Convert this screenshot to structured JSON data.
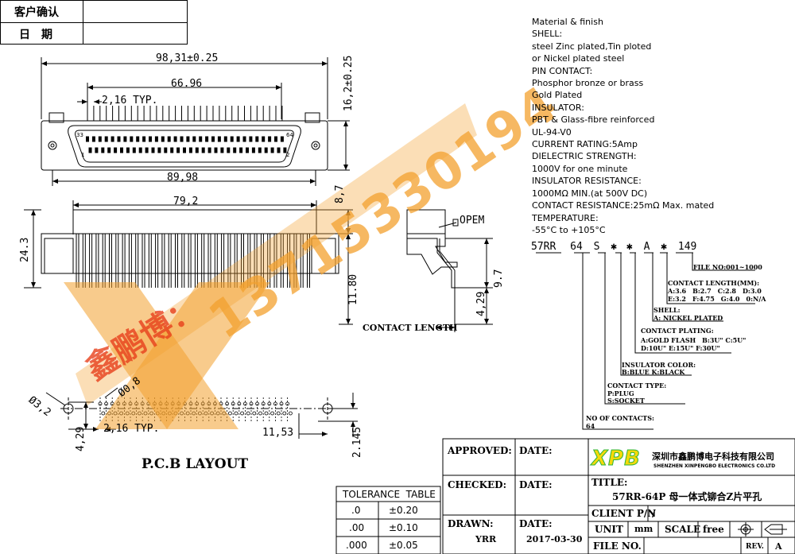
{
  "confirm_box": {
    "customer_confirm": "客户确认",
    "date_label": "日　期"
  },
  "dimensions": {
    "overall_width": "98,31±0.25",
    "span_66": "66.96",
    "pitch_top": "2,16 TYP.",
    "height_16": "16,2±0.25",
    "width_89": "89,98",
    "width_79": "79,2",
    "height_24": "24.3",
    "dim_87": "8,7",
    "dim_97": "9.7",
    "dim_1180": "11.80",
    "dim_429_side": "4,29",
    "contact_length": "CONTACT LENGTH",
    "opem": "OPEM",
    "hole_32": "Ø3,2",
    "hole_08": "Ø0,8",
    "pitch_bottom": "2,16 TYP.",
    "dim_1153": "11,53",
    "dim_429_pcb": "4,29",
    "dim_2145": "2.145",
    "pcb_layout": "P.C.B LAYOUT",
    "pin_1": "1",
    "pin_2": "2",
    "pin_33": "33",
    "pin_64": "64"
  },
  "specs": [
    "Material & finish",
    "SHELL:",
    "steel Zinc plated,Tin ploted",
    "or Nickel plated steel",
    "PIN CONTACT:",
    "Phosphor bronze or brass",
    "Gold Plated",
    "INSULATOR:",
    "PBT & Glass-fibre reinforced",
    "UL-94-V0",
    "CURRENT RATING:5Amp",
    "DIELECTRIC STRENGTH:",
    "1000V for one minute",
    "INSULATOR RESISTANCE:",
    "1000MΩ MIN.(at 500V DC)",
    "CONTACT RESISTANCE:25mΩ Max. mated",
    "TEMPERATURE:",
    "-55°C to +105°C"
  ],
  "part_code": {
    "p1": "57RR",
    "p2": "64",
    "p3": "S",
    "p4": "✱",
    "p5": "✱",
    "p6": "A",
    "p7": "✱",
    "p8": "149"
  },
  "legend": {
    "file_no": "FILE NO:001~1000",
    "contact_length_title": "CONTACT LENGTH(MM):",
    "contact_length_l1": "A:3.6　B:2.7　C:2.8　D:3.0",
    "contact_length_l2": "E:3.2　F:4.75　G:4.0　0:N/A",
    "shell_title": "SHELL:",
    "shell_l1": "A: NICKEL PLATED",
    "plating_title": "CONTACT PLATING:",
    "plating_l1": "A:GOLD FLASH　B:3U\" C:5U\"",
    "plating_l2": "D:10U\"  E:15U\"  F:30U\"",
    "insulator_title": "INSULATOR COLOR:",
    "insulator_l1": "B:BLUE  K:BLACK",
    "contact_type_title": "CONTACT TYPE:",
    "contact_type_l1": "P:PLUG",
    "contact_type_l2": "S:SOCKET",
    "contacts_title": "NO  OF CONTACTS:",
    "contacts_l1": "64"
  },
  "watermark": {
    "text": "13715330194",
    "company": "鑫鹏博："
  },
  "tolerance": {
    "title": "TOLERANCE  TABLE",
    "rows": [
      {
        "precision": ".0",
        "value": "±0.20"
      },
      {
        "precision": ".00",
        "value": "±0.10"
      },
      {
        "precision": ".000",
        "value": "±0.05"
      }
    ]
  },
  "title_block": {
    "approved": "APPROVED:",
    "checked": "CHECKED:",
    "drawn": "DRAWN:",
    "drawn_by": "YRR",
    "date": "DATE:",
    "date_drawn": "2017-03-30",
    "logo": "XPB",
    "company_cn": "深圳市鑫鹏博电子科技有限公司",
    "company_en": "SHENZHEN XINPENGBO ELECTRONICS CO.LTD",
    "title_label": "TITLE:",
    "title_value": "57RR-64P 母一体式铆合Z片平孔",
    "client_pn": "CLIENT P/N",
    "client_pn_value": "/",
    "unit": "UNIT",
    "unit_value": "mm",
    "scale": "SCALE",
    "scale_value": "free",
    "file_no": "FILE NO.",
    "rev": "REV.",
    "rev_value": "A"
  },
  "colors": {
    "watermark_orange": "#f3a12e",
    "watermark_text": "#e8401c",
    "logo_yellow": "#f5d90a",
    "logo_green": "#2bb53a"
  }
}
